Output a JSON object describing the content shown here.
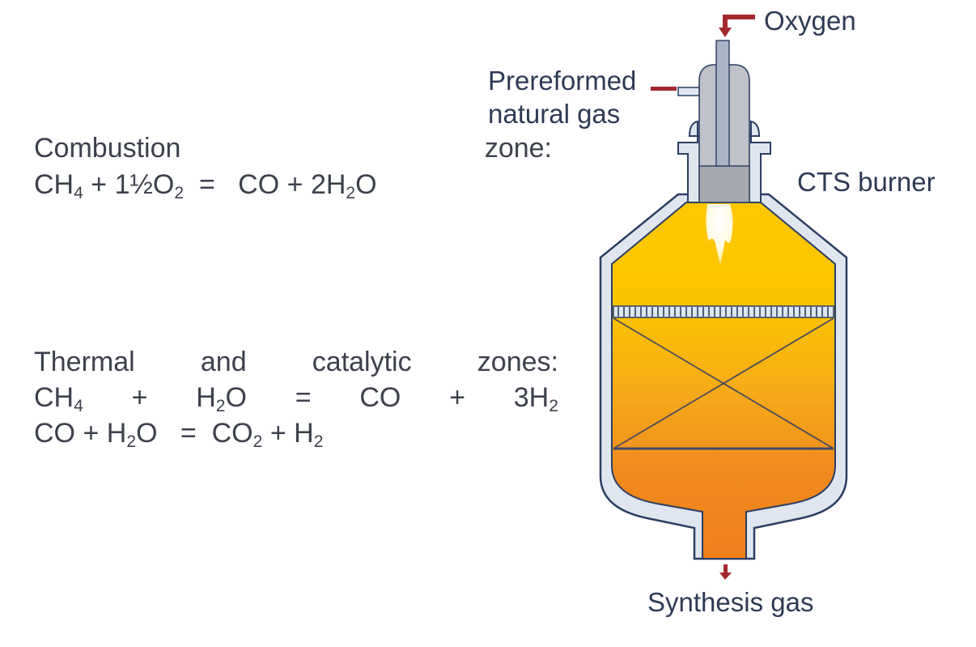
{
  "labels": {
    "oxygen": "Oxygen",
    "prereformed_line1": "Prereformed",
    "prereformed_line2": "natural gas",
    "cts_burner": "CTS burner",
    "synthesis_gas": "Synthesis gas"
  },
  "combustion": {
    "heading_left": "Combustion",
    "heading_right": "zone:",
    "equation": {
      "lhs_a": "CH",
      "lhs_a_sub": "4",
      "plus1": "+",
      "lhs_b": "1½O",
      "lhs_b_sub": "2",
      "eq": "=",
      "rhs_a": "CO",
      "plus2": "+",
      "rhs_b": "2H",
      "rhs_b_sub": "2",
      "rhs_b_tail": "O"
    }
  },
  "thermal": {
    "heading_words": [
      "Thermal",
      "and",
      "catalytic",
      "zones:"
    ],
    "equation1": {
      "a": "CH",
      "a_sub": "4",
      "plus1": "+",
      "b": "H",
      "b_sub": "2",
      "b_tail": "O",
      "eq": "=",
      "c": "CO",
      "plus2": "+",
      "d": "3H",
      "d_sub": "2"
    },
    "equation2": {
      "a": "CO",
      "plus1": "+",
      "b": "H",
      "b_sub": "2",
      "b_tail": "O",
      "eq": "=",
      "c": "CO",
      "c_sub": "2",
      "plus2": "+",
      "d": "H",
      "d_sub": "2"
    }
  },
  "colors": {
    "arrow_red": "#a3282e",
    "outline": "#2c3e63",
    "refractory": "#dfe6f0",
    "burner_gray": "#b9bcc2",
    "burner_dark": "#9a9da3",
    "zone_yellow": "#fcc500",
    "zone_orange": "#f0821a"
  }
}
